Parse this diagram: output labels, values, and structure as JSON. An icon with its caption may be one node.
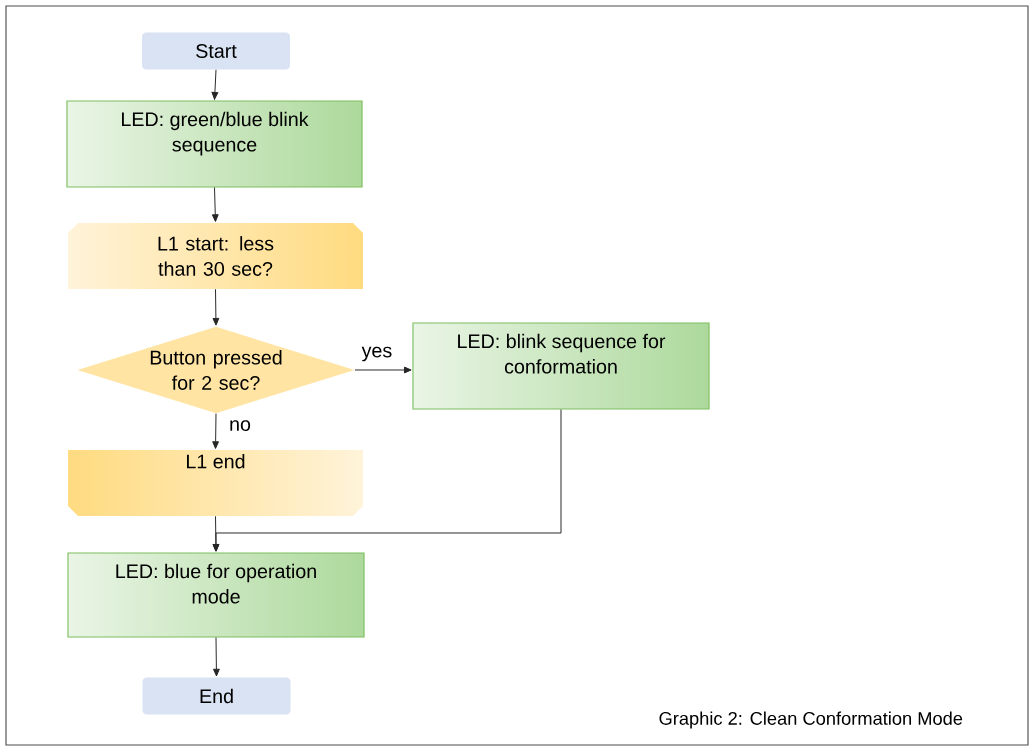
{
  "diagram": {
    "caption": "Graphic 2: Clean Conformation Mode",
    "nodes": [
      {
        "text": [
          "Start"
        ]
      },
      {
        "text": [
          "LED: green/blue blink sequence"
        ]
      },
      {
        "text": [
          "L1 start: less than 30 sec?"
        ]
      },
      {
        "text": [
          "Button pressed for 2 sec?"
        ]
      },
      {
        "text": [
          "LED: blink sequence for conformation"
        ]
      },
      {
        "text": [
          "L1 end"
        ]
      },
      {
        "text": [
          "LED: blue for operation mode"
        ]
      },
      {
        "text": [
          "End"
        ]
      }
    ],
    "edges": [
      {
        "from": 0,
        "to": 1,
        "arrow": "to"
      },
      {
        "from": 1,
        "to": 2,
        "arrow": "to"
      },
      {
        "from": 2,
        "to": 3,
        "arrow": "to"
      },
      {
        "from": 3,
        "to": 4,
        "arrow": "to",
        "label": "yes"
      },
      {
        "from": 3,
        "to": 5,
        "arrow": "to",
        "label": "no"
      },
      {
        "from": 5,
        "to": 6,
        "arrow": "to"
      },
      {
        "from": 4,
        "to": 6,
        "arrow": "to"
      },
      {
        "from": 6,
        "to": 7,
        "arrow": "to"
      }
    ]
  }
}
